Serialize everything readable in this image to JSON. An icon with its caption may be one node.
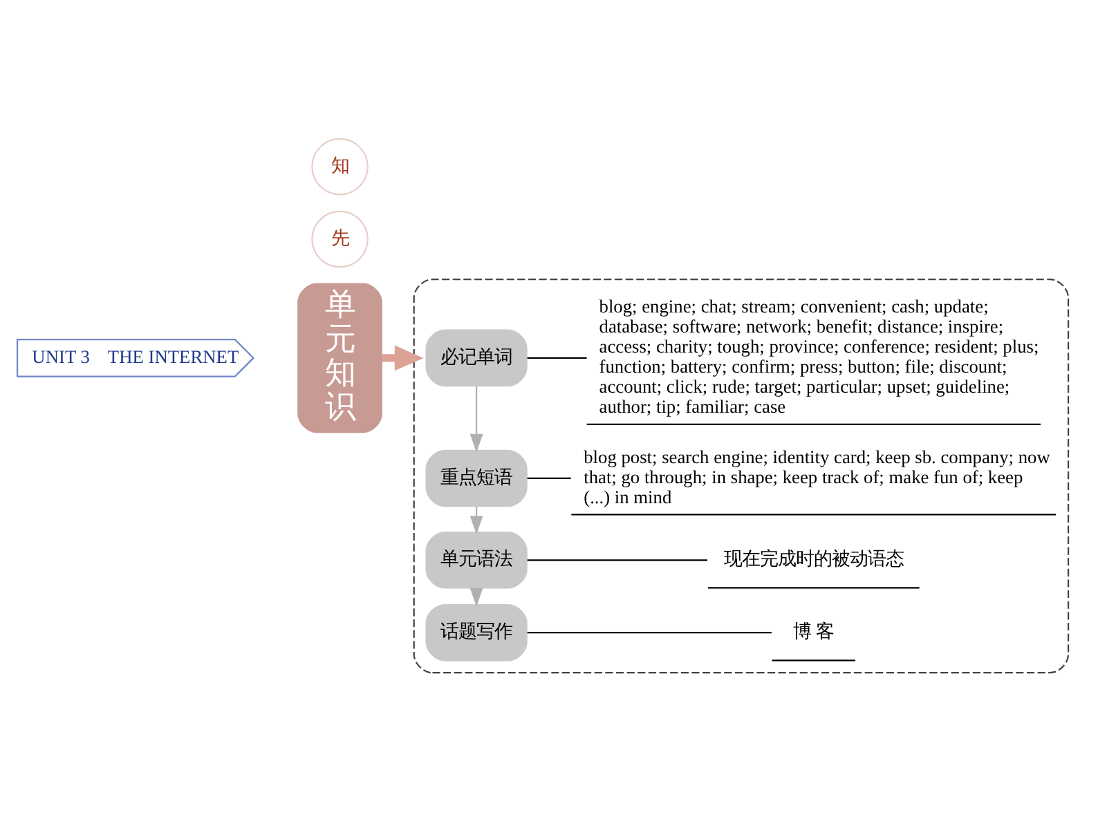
{
  "diagram": {
    "nodes": [
      {
        "text": [
          "UNIT 3　THE INTERNET"
        ]
      },
      {
        "text": [
          "单元知识"
        ]
      },
      {
        "text": [
          "先"
        ]
      },
      {
        "text": [
          "知"
        ]
      },
      {
        "text": [],
        "shape": "box"
      },
      {
        "text": [
          "必记单词"
        ],
        "in": 4
      },
      {
        "text": [
          "blog; engine; chat; stream; convenient; cash; update; database; software; network; benefit; distance; inspire; access; charity; tough; province; conference; resident; plus; function; battery; confirm; press; button; file; discount; account; click; rude; target; particular; upset; guideline; author; tip; familiar; case"
        ],
        "in": 4
      },
      {
        "text": [
          "重点短语"
        ],
        "in": 4
      },
      {
        "text": [
          "blog post; search engine; identity card; keep sb. company; now that; go through; in shape; keep track of; make fun of; keep (...) in mind"
        ],
        "in": 4
      },
      {
        "text": [
          "单元语法"
        ],
        "in": 4
      },
      {
        "text": [
          "现在完成时的被动语态"
        ],
        "in": 4
      },
      {
        "text": [
          "话题写作"
        ],
        "in": 4
      },
      {
        "text": [
          "博 客"
        ],
        "in": 4
      }
    ],
    "edges": [
      {
        "from": 1,
        "to": 4,
        "arrow": "to",
        "style": "thick",
        "color": "#dca295"
      },
      {
        "from": 5,
        "to": 6,
        "arrow": "none"
      },
      {
        "from": 5,
        "to": 7,
        "arrow": "to",
        "color": "#b0b0b0"
      },
      {
        "from": 7,
        "to": 8,
        "arrow": "none"
      },
      {
        "from": 7,
        "to": 9,
        "arrow": "to",
        "color": "#b0b0b0"
      },
      {
        "from": 9,
        "to": 10,
        "arrow": "none"
      },
      {
        "from": 9,
        "to": 11,
        "arrow": "to",
        "color": "#b0b0b0"
      },
      {
        "from": 11,
        "to": 12,
        "arrow": "none"
      }
    ]
  }
}
